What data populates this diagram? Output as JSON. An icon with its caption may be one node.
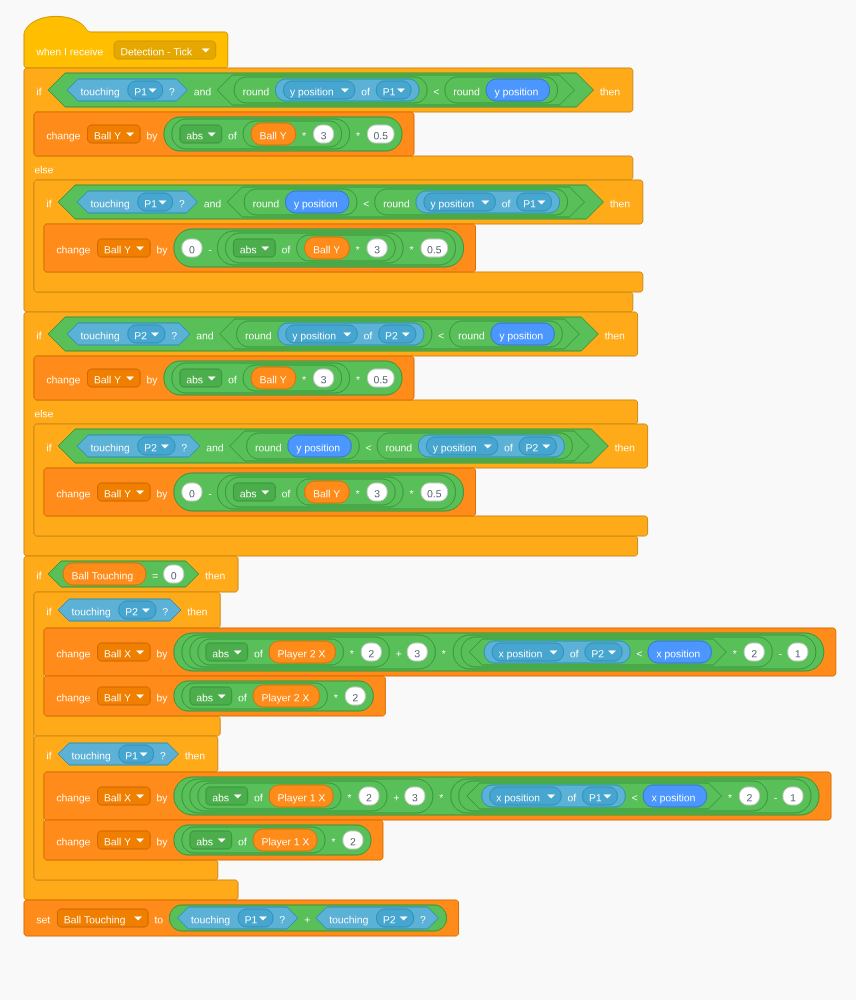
{
  "diagram": {
    "nodes": [
      {
        "text": [
          "when I receive"
        ]
      },
      {
        "text": [
          "Detection - Tick"
        ],
        "in": 0
      },
      {
        "text": [
          "if",
          "then",
          "else"
        ]
      },
      {
        "text": [
          "and"
        ],
        "in": 2
      },
      {
        "text": [
          "touching",
          "?"
        ],
        "in": 3
      },
      {
        "text": [
          "P1"
        ],
        "in": 4
      },
      {
        "text": [
          "<"
        ],
        "in": 3
      },
      {
        "text": [
          "round"
        ],
        "in": 6
      },
      {
        "text": [
          "of"
        ],
        "in": 7
      },
      {
        "text": [
          "y position"
        ],
        "in": 8
      },
      {
        "text": [
          "P1"
        ],
        "in": 8
      },
      {
        "text": [
          "round"
        ],
        "in": 6
      },
      {
        "text": [
          "y position"
        ],
        "in": 11
      },
      {
        "text": [
          "change",
          "by"
        ],
        "in": 2
      },
      {
        "text": [
          "Ball Y"
        ],
        "in": 13
      },
      {
        "text": [
          "*"
        ],
        "in": 13
      },
      {
        "text": [
          "of"
        ],
        "in": 15
      },
      {
        "text": [
          "abs"
        ],
        "in": 16
      },
      {
        "text": [
          "*"
        ],
        "in": 16
      },
      {
        "text": [
          "Ball Y"
        ],
        "in": 18
      },
      {
        "text": [
          "3"
        ],
        "in": 18
      },
      {
        "text": [
          "0.5"
        ],
        "in": 15
      },
      {
        "text": [
          "if",
          "then"
        ],
        "in": 2
      },
      {
        "text": [
          "and"
        ],
        "in": 22
      },
      {
        "text": [
          "touching",
          "?"
        ],
        "in": 23
      },
      {
        "text": [
          "P1"
        ],
        "in": 24
      },
      {
        "text": [
          "<"
        ],
        "in": 23
      },
      {
        "text": [
          "round"
        ],
        "in": 26
      },
      {
        "text": [
          "y position"
        ],
        "in": 27
      },
      {
        "text": [
          "round"
        ],
        "in": 26
      },
      {
        "text": [
          "of"
        ],
        "in": 29
      },
      {
        "text": [
          "y position"
        ],
        "in": 30
      },
      {
        "text": [
          "P1"
        ],
        "in": 30
      },
      {
        "text": [
          "change",
          "by"
        ],
        "in": 22
      },
      {
        "text": [
          "Ball Y"
        ],
        "in": 33
      },
      {
        "text": [
          "-"
        ],
        "in": 33
      },
      {
        "text": [
          "0"
        ],
        "in": 35
      },
      {
        "text": [
          "*"
        ],
        "in": 35
      },
      {
        "text": [
          "of"
        ],
        "in": 37
      },
      {
        "text": [
          "abs"
        ],
        "in": 38
      },
      {
        "text": [
          "*"
        ],
        "in": 38
      },
      {
        "text": [
          "Ball Y"
        ],
        "in": 40
      },
      {
        "text": [
          "3"
        ],
        "in": 40
      },
      {
        "text": [
          "0.5"
        ],
        "in": 37
      },
      {
        "text": [
          "if",
          "then",
          "else"
        ]
      },
      {
        "text": [
          "and"
        ],
        "in": 44
      },
      {
        "text": [
          "touching",
          "?"
        ],
        "in": 45
      },
      {
        "text": [
          "P2"
        ],
        "in": 46
      },
      {
        "text": [
          "<"
        ],
        "in": 45
      },
      {
        "text": [
          "round"
        ],
        "in": 48
      },
      {
        "text": [
          "of"
        ],
        "in": 49
      },
      {
        "text": [
          "y position"
        ],
        "in": 50
      },
      {
        "text": [
          "P2"
        ],
        "in": 50
      },
      {
        "text": [
          "round"
        ],
        "in": 48
      },
      {
        "text": [
          "y position"
        ],
        "in": 53
      },
      {
        "text": [
          "change",
          "by"
        ],
        "in": 44
      },
      {
        "text": [
          "Ball Y"
        ],
        "in": 55
      },
      {
        "text": [
          "*"
        ],
        "in": 55
      },
      {
        "text": [
          "of"
        ],
        "in": 57
      },
      {
        "text": [
          "abs"
        ],
        "in": 58
      },
      {
        "text": [
          "*"
        ],
        "in": 58
      },
      {
        "text": [
          "Ball Y"
        ],
        "in": 60
      },
      {
        "text": [
          "3"
        ],
        "in": 60
      },
      {
        "text": [
          "0.5"
        ],
        "in": 57
      },
      {
        "text": [
          "if",
          "then"
        ],
        "in": 44
      },
      {
        "text": [
          "and"
        ],
        "in": 64
      },
      {
        "text": [
          "touching",
          "?"
        ],
        "in": 65
      },
      {
        "text": [
          "P2"
        ],
        "in": 66
      },
      {
        "text": [
          "<"
        ],
        "in": 65
      },
      {
        "text": [
          "round"
        ],
        "in": 68
      },
      {
        "text": [
          "y position"
        ],
        "in": 69
      },
      {
        "text": [
          "round"
        ],
        "in": 68
      },
      {
        "text": [
          "of"
        ],
        "in": 71
      },
      {
        "text": [
          "y position"
        ],
        "in": 72
      },
      {
        "text": [
          "P2"
        ],
        "in": 72
      },
      {
        "text": [
          "change",
          "by"
        ],
        "in": 64
      },
      {
        "text": [
          "Ball Y"
        ],
        "in": 75
      },
      {
        "text": [
          "-"
        ],
        "in": 75
      },
      {
        "text": [
          "0"
        ],
        "in": 77
      },
      {
        "text": [
          "*"
        ],
        "in": 77
      },
      {
        "text": [
          "of"
        ],
        "in": 79
      },
      {
        "text": [
          "abs"
        ],
        "in": 80
      },
      {
        "text": [
          "*"
        ],
        "in": 80
      },
      {
        "text": [
          "Ball Y"
        ],
        "in": 82
      },
      {
        "text": [
          "3"
        ],
        "in": 82
      },
      {
        "text": [
          "0.5"
        ],
        "in": 79
      },
      {
        "text": [
          "if",
          "then"
        ]
      },
      {
        "text": [
          "="
        ],
        "in": 86
      },
      {
        "text": [
          "Ball Touching"
        ],
        "in": 87
      },
      {
        "text": [
          "0"
        ],
        "in": 87
      },
      {
        "text": [
          "if",
          "then"
        ],
        "in": 86
      },
      {
        "text": [
          "touching",
          "?"
        ],
        "in": 90
      },
      {
        "text": [
          "P2"
        ],
        "in": 91
      },
      {
        "text": [
          "change",
          "by"
        ]
      },
      {
        "text": [
          "Ball X"
        ],
        "in": 93
      },
      {
        "text": [
          "*"
        ],
        "in": 93
      },
      {
        "text": [
          "+"
        ],
        "in": 95
      },
      {
        "text": [
          "*"
        ],
        "in": 96
      },
      {
        "text": [
          "of"
        ],
        "in": 97
      },
      {
        "text": [
          "abs"
        ],
        "in": 98
      },
      {
        "text": [
          "Player 2 X"
        ],
        "in": 98
      },
      {
        "text": [
          "2"
        ],
        "in": 97
      },
      {
        "text": [
          "3"
        ],
        "in": 96
      },
      {
        "text": [
          "-"
        ],
        "in": 95
      },
      {
        "text": [
          "*"
        ],
        "in": 103
      },
      {
        "text": [
          "<"
        ],
        "in": 104
      },
      {
        "text": [
          "of"
        ],
        "in": 105
      },
      {
        "text": [
          "x position"
        ],
        "in": 106
      },
      {
        "text": [
          "P2"
        ],
        "in": 106
      },
      {
        "text": [
          "x position"
        ],
        "in": 105
      },
      {
        "text": [
          "2"
        ],
        "in": 104
      },
      {
        "text": [
          "1"
        ],
        "in": 103
      },
      {
        "text": [
          "change",
          "by"
        ]
      },
      {
        "text": [
          "Ball Y"
        ],
        "in": 112
      },
      {
        "text": [
          "*"
        ],
        "in": 112
      },
      {
        "text": [
          "of"
        ],
        "in": 114
      },
      {
        "text": [
          "abs"
        ],
        "in": 115
      },
      {
        "text": [
          "Player 2 X"
        ],
        "in": 115
      },
      {
        "text": [
          "2"
        ],
        "in": 114
      },
      {
        "text": [
          "if",
          "then"
        ],
        "in": 86
      },
      {
        "text": [
          "touching",
          "?"
        ],
        "in": 119
      },
      {
        "text": [
          "P1"
        ],
        "in": 120
      },
      {
        "text": [
          "change",
          "by"
        ]
      },
      {
        "text": [
          "Ball X"
        ],
        "in": 122
      },
      {
        "text": [
          "*"
        ],
        "in": 122
      },
      {
        "text": [
          "+"
        ],
        "in": 124
      },
      {
        "text": [
          "*"
        ],
        "in": 125
      },
      {
        "text": [
          "of"
        ],
        "in": 126
      },
      {
        "text": [
          "abs"
        ],
        "in": 127
      },
      {
        "text": [
          "Player 1 X"
        ],
        "in": 127
      },
      {
        "text": [
          "2"
        ],
        "in": 126
      },
      {
        "text": [
          "3"
        ],
        "in": 125
      },
      {
        "text": [
          "-"
        ],
        "in": 124
      },
      {
        "text": [
          "*"
        ],
        "in": 132
      },
      {
        "text": [
          "<"
        ],
        "in": 133
      },
      {
        "text": [
          "of"
        ],
        "in": 134
      },
      {
        "text": [
          "x position"
        ],
        "in": 135
      },
      {
        "text": [
          "P1"
        ],
        "in": 135
      },
      {
        "text": [
          "x position"
        ],
        "in": 134
      },
      {
        "text": [
          "2"
        ],
        "in": 133
      },
      {
        "text": [
          "1"
        ],
        "in": 132
      },
      {
        "text": [
          "change",
          "by"
        ]
      },
      {
        "text": [
          "Ball Y"
        ],
        "in": 141
      },
      {
        "text": [
          "*"
        ],
        "in": 141
      },
      {
        "text": [
          "of"
        ],
        "in": 143
      },
      {
        "text": [
          "abs"
        ],
        "in": 144
      },
      {
        "text": [
          "Player 1 X"
        ],
        "in": 144
      },
      {
        "text": [
          "2"
        ],
        "in": 143
      },
      {
        "text": [
          "set",
          "to"
        ]
      },
      {
        "text": [
          "Ball Touching"
        ],
        "in": 148
      },
      {
        "text": [
          "+"
        ],
        "in": 148
      },
      {
        "text": [
          "touching",
          "?"
        ],
        "in": 150
      },
      {
        "text": [
          "P1"
        ],
        "in": 151
      },
      {
        "text": [
          "touching",
          "?"
        ],
        "in": 150
      },
      {
        "text": [
          "P2"
        ],
        "in": 153
      }
    ]
  }
}
